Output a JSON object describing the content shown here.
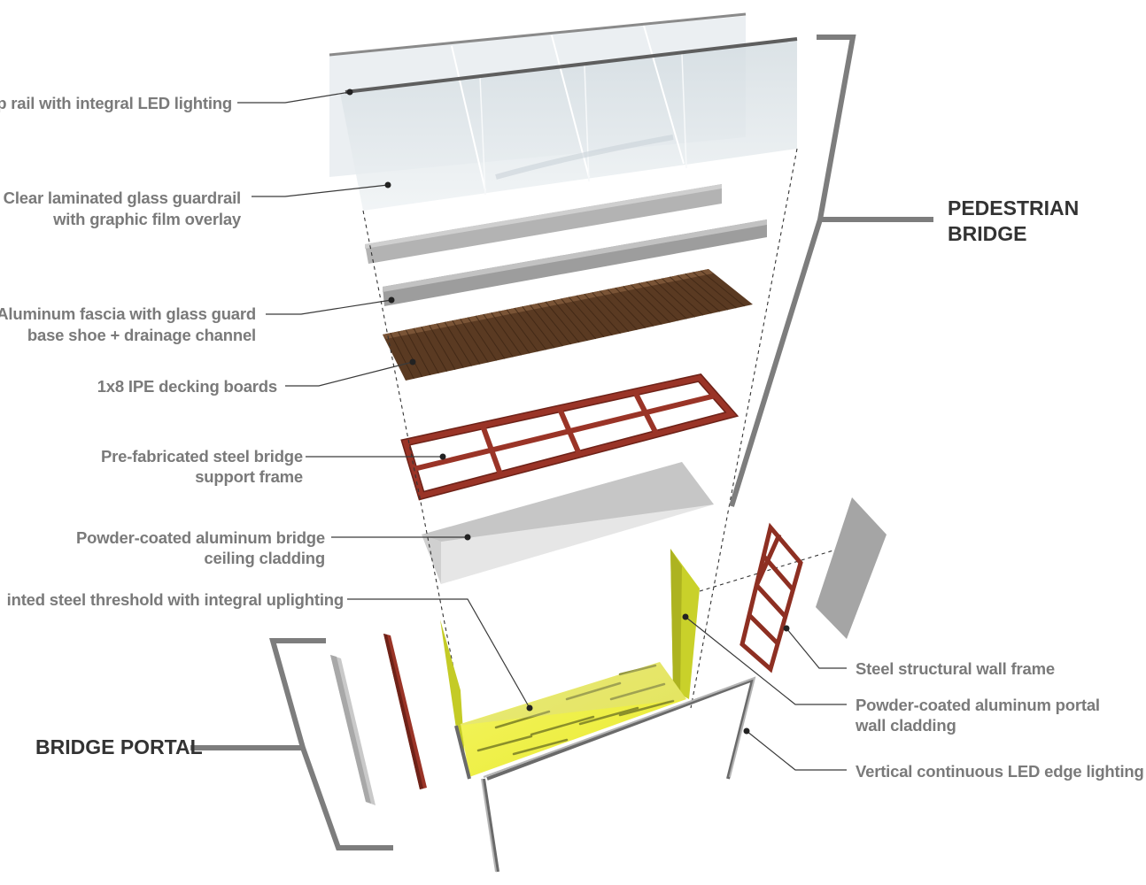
{
  "labels": {
    "top_rail": "p rail with integral LED lighting",
    "guardrail_1": "Clear laminated glass guardrail",
    "guardrail_2": "with graphic film overlay",
    "fascia_1": "Aluminum fascia with glass guard",
    "fascia_2": "base shoe + drainage channel",
    "decking": "1x8 IPE decking boards",
    "frame_1": "Pre-fabricated steel bridge",
    "frame_2": "support frame",
    "ceiling_1": "Powder-coated aluminum bridge",
    "ceiling_2": "ceiling cladding",
    "threshold": "inted steel threshold with integral  uplighting",
    "wall_frame": "Steel structural wall frame",
    "portal_cladding_1": "Powder-coated aluminum portal",
    "portal_cladding_2": "wall cladding",
    "led_edge": "Vertical continuous LED edge lighting"
  },
  "groups": {
    "pedestrian_bridge_1": "PEDESTRIAN",
    "pedestrian_bridge_2": "BRIDGE",
    "bridge_portal": "BRIDGE PORTAL"
  },
  "colors": {
    "glass": "#dfe6ea",
    "fascia": "#a6a6a6",
    "decking": "#5a3a22",
    "steel_frame": "#8e2f22",
    "cladding": "#d9d9d9",
    "portal_yellow": "#c9d12a",
    "label_gray": "#7a7a7a",
    "bracket_gray": "#7d7d7d"
  }
}
